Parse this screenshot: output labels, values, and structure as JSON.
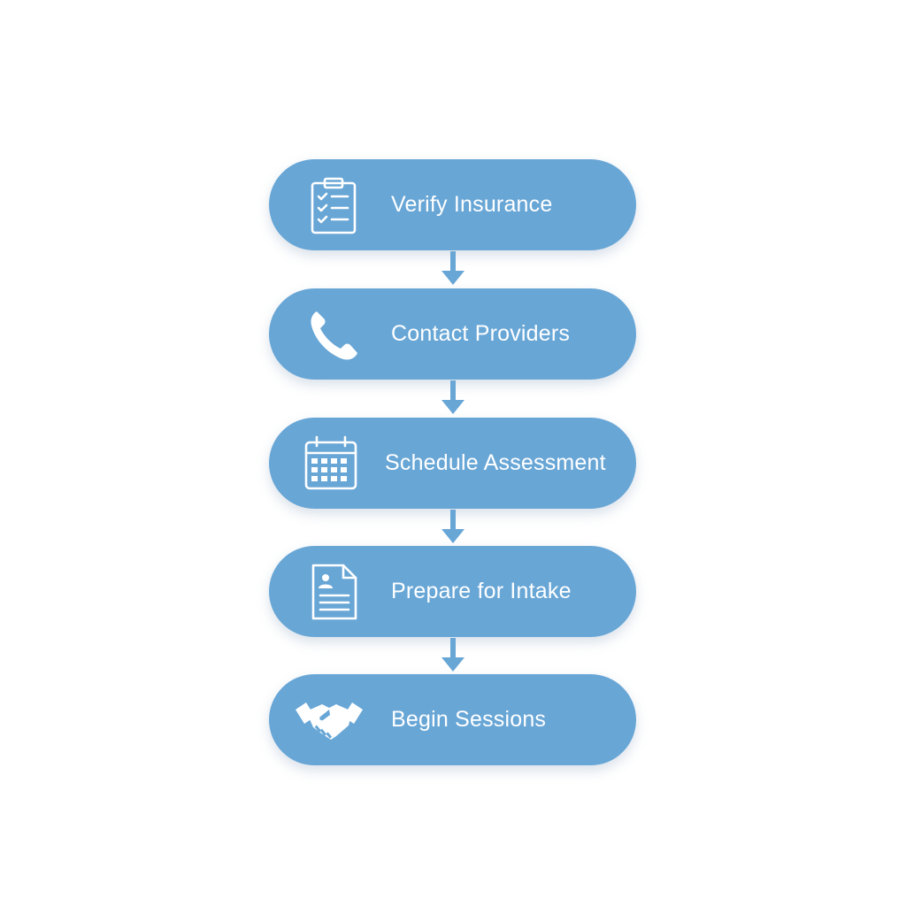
{
  "colors": {
    "step_fill": "#68a6d6",
    "arrow": "#68a6d6",
    "text": "#ffffff",
    "background": "#ffffff"
  },
  "steps": [
    {
      "label": "Verify Insurance",
      "icon": "clipboard-checklist-icon"
    },
    {
      "label": "Contact Providers",
      "icon": "phone-icon"
    },
    {
      "label": "Schedule Assessment",
      "icon": "calendar-icon"
    },
    {
      "label": "Prepare for Intake",
      "icon": "profile-document-icon"
    },
    {
      "label": "Begin Sessions",
      "icon": "handshake-icon"
    }
  ]
}
